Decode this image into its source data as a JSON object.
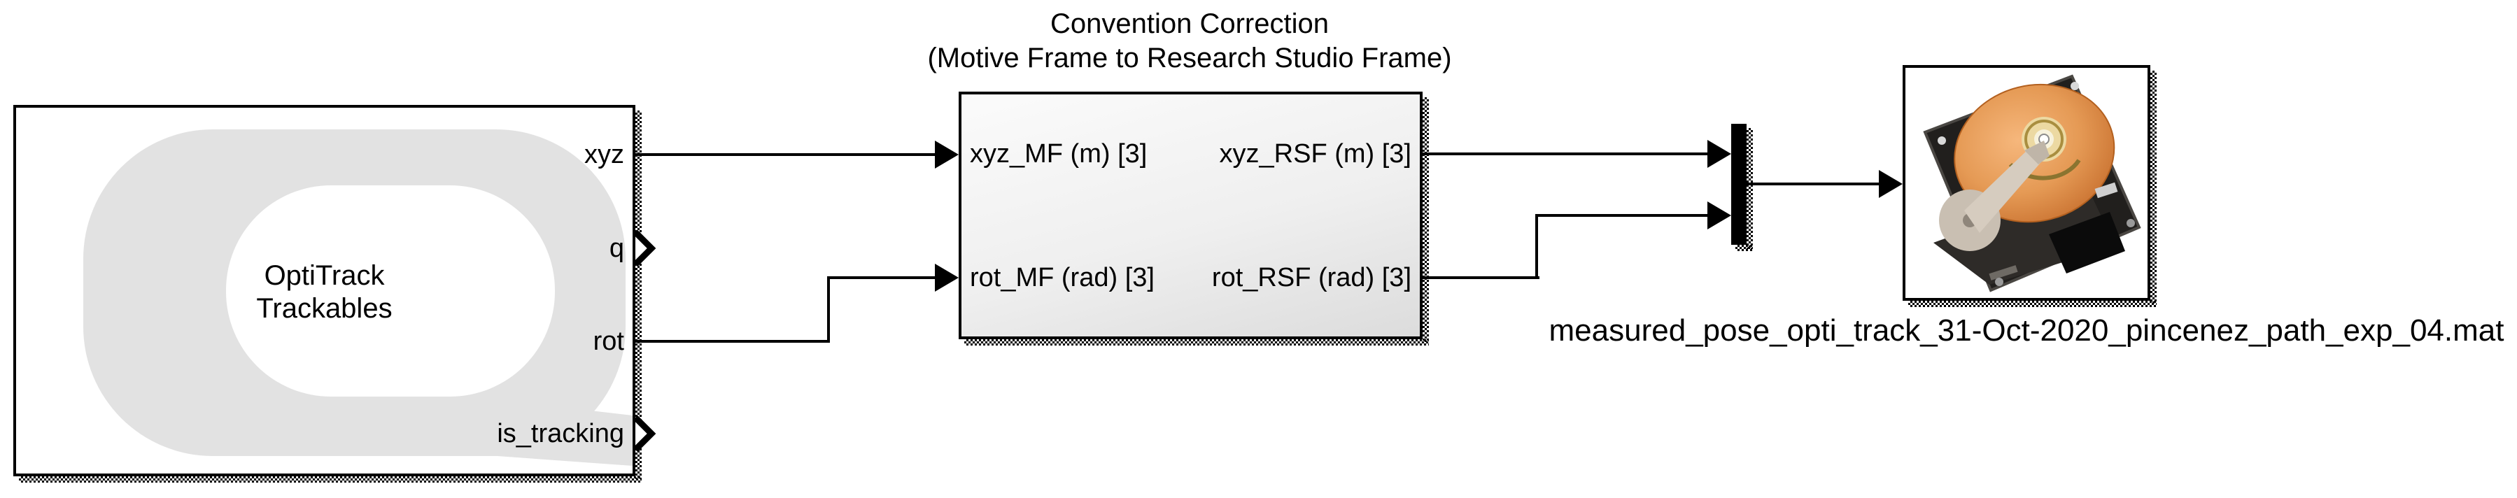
{
  "diagram": {
    "optitrack_block": {
      "name_line1": "OptiTrack",
      "name_line2": "Trackables",
      "watermark_icon": "optitrack-q-logo",
      "ports": [
        {
          "label": "xyz",
          "connected": true
        },
        {
          "label": "q",
          "connected": false
        },
        {
          "label": "rot",
          "connected": true
        },
        {
          "label": "is_tracking",
          "connected": false
        }
      ]
    },
    "convention_block": {
      "title_line1": "Convention Correction",
      "title_line2": "(Motive Frame to Research Studio Frame)",
      "inputs": [
        {
          "label": "xyz_MF (m) [3]"
        },
        {
          "label": "rot_MF (rad) [3]"
        }
      ],
      "outputs": [
        {
          "label": "xyz_RSF (m) [3]"
        },
        {
          "label": "rot_RSF (rad) [3]"
        }
      ]
    },
    "mux_block": {
      "icon": "mux-bar"
    },
    "to_file_block": {
      "icon": "hard-disk-icon",
      "filename": "measured_pose_opti_track_31-Oct-2020_pincenez_path_exp_04.mat"
    },
    "colors": {
      "wire": "#000000",
      "block_border": "#000000",
      "subsystem_gradient_top": "#fbfbfb",
      "subsystem_gradient_bottom": "#dcdcdc",
      "watermark_gray": "#e2e2e2",
      "platter_orange": "#e59a55"
    }
  }
}
